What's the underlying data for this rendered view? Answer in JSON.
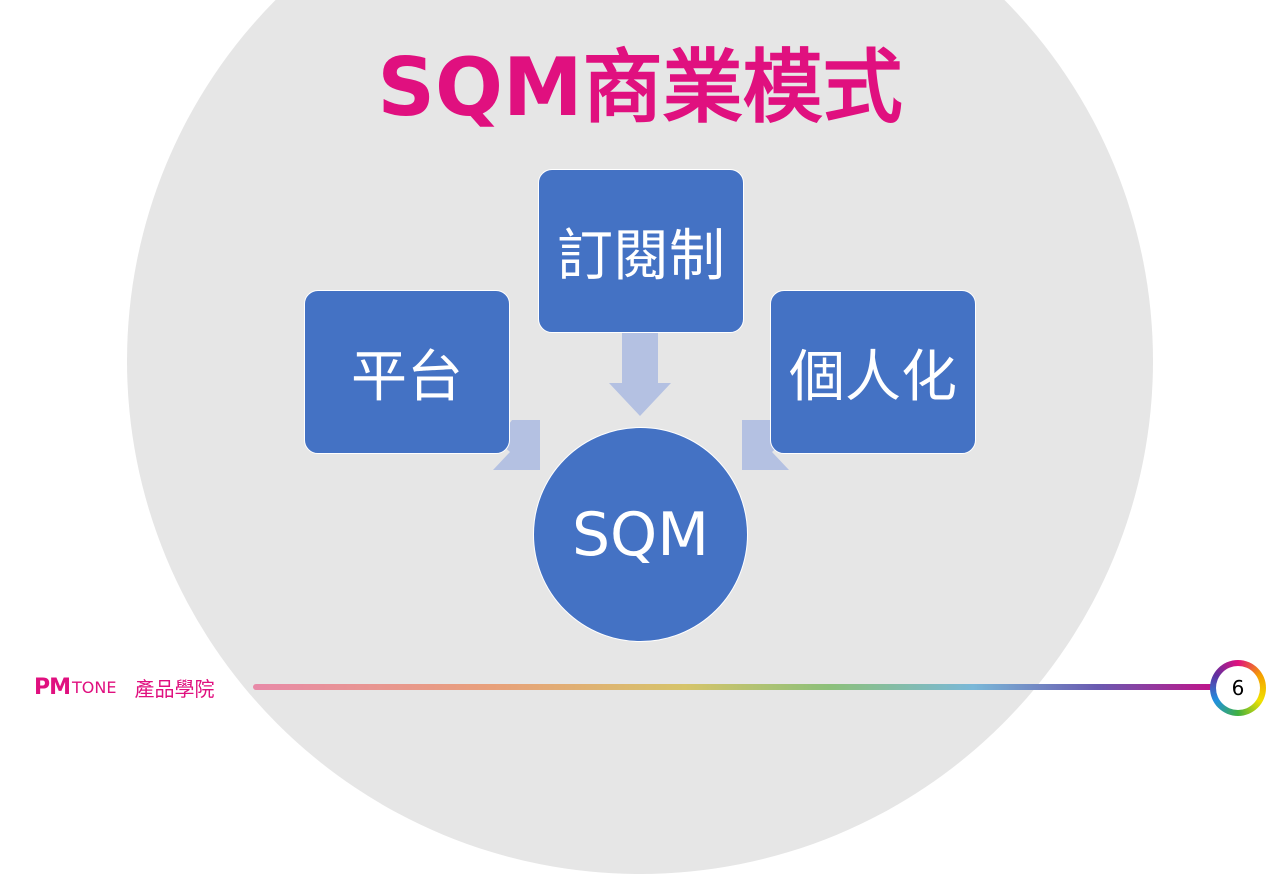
{
  "slide": {
    "title": "SQM商業模式",
    "page_number": "6"
  },
  "diagram": {
    "center": "SQM",
    "nodes": {
      "top": "訂閱制",
      "left": "平台",
      "right": "個人化"
    },
    "colors": {
      "node_fill": "#4472c4",
      "arrow_fill": "#b4c1e2",
      "title": "#e0107f"
    }
  },
  "footer": {
    "logo_pm": "PM",
    "logo_tone": "TONE",
    "academy": "產品學院"
  }
}
